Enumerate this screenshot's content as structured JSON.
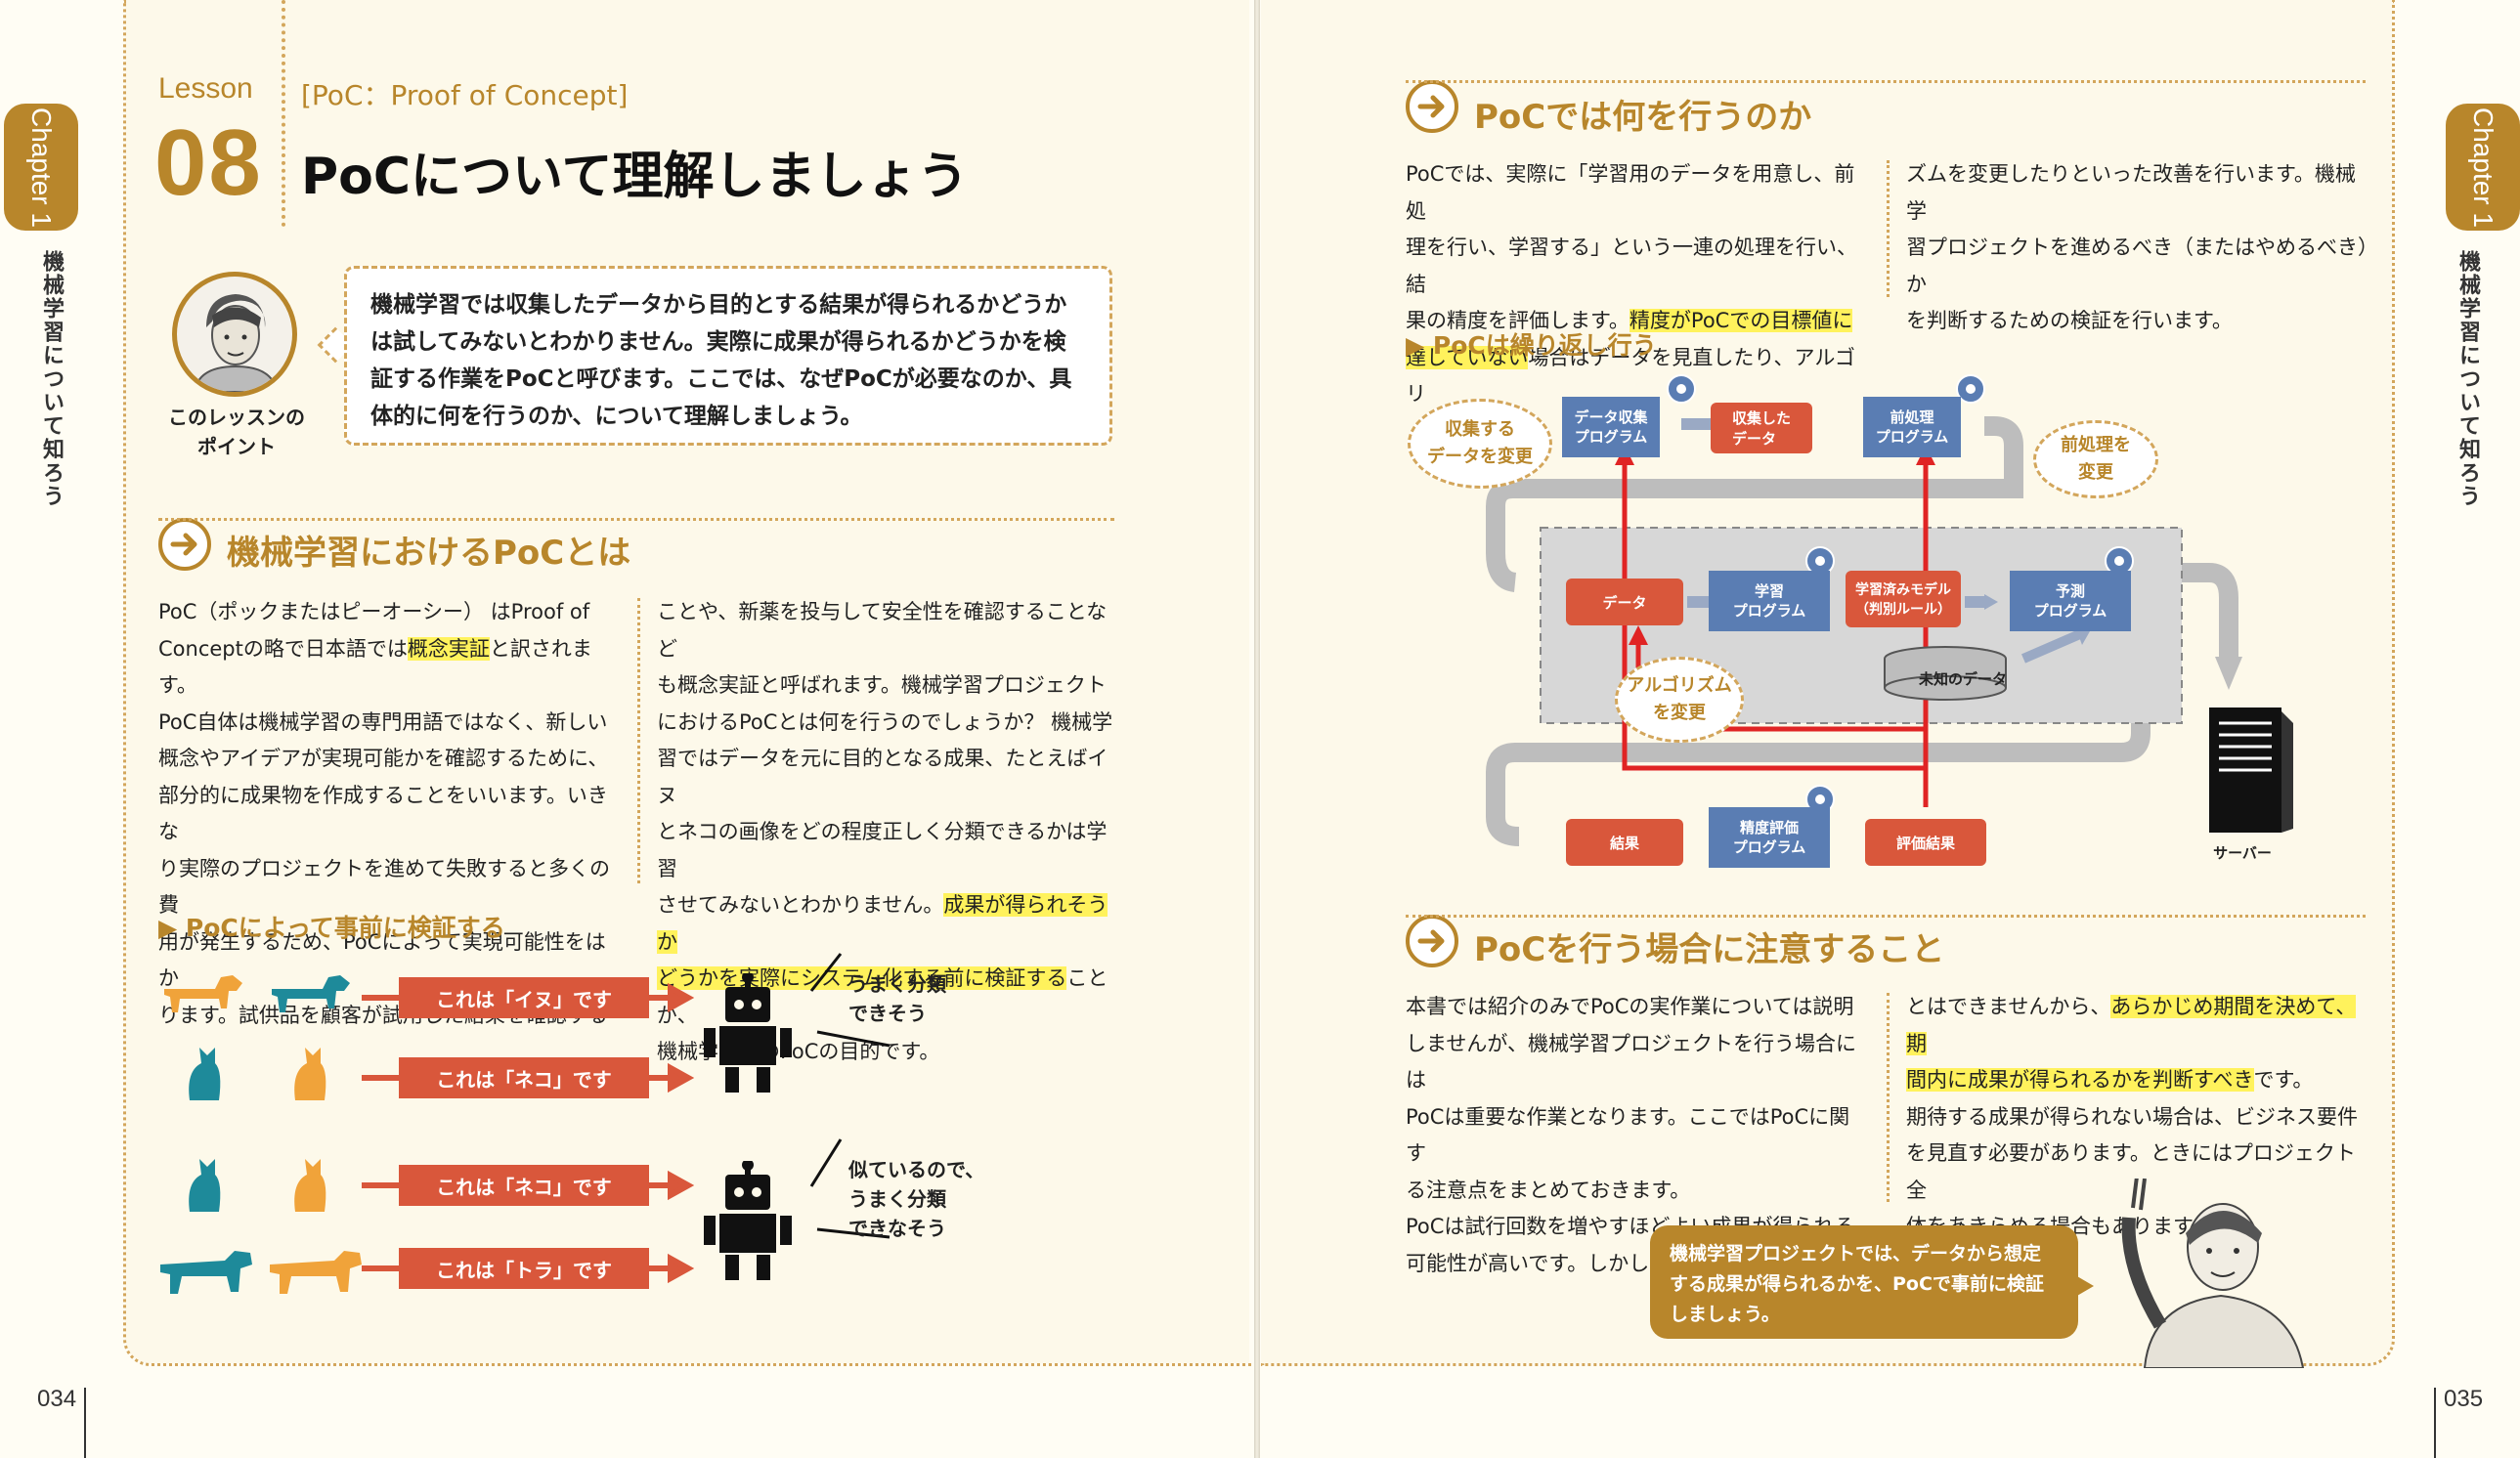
{
  "left_page": {
    "chapter_tab": "Chapter 1",
    "side_title": "機械学習について知ろう",
    "lesson_label": "Lesson",
    "lesson_number": "08",
    "subtitle": "[PoC：Proof of Concept]",
    "title": "PoCについて理解しましょう",
    "point_caption_line1": "このレッスンの",
    "point_caption_line2": "ポイント",
    "point_lines": [
      "機械学習では収集したデータから目的とする結果が得られるかどうか",
      "は試してみないとわかりません。実際に成果が得られるかどうかを検",
      "証する作業をPoCと呼びます。ここでは、なぜPoCが必要なのか、具",
      "体的に何を行うのか、について理解しましょう。"
    ],
    "section1_title": "機械学習におけるPoCとは",
    "col1_lines": [
      "PoC（ポックまたはピーオーシー） はProof of",
      "Conceptの略で日本語では概念実証と訳されます。",
      "PoC自体は機械学習の専門用語ではなく、新しい",
      "概念やアイデアが実現可能かを確認するために、",
      "部分的に成果物を作成することをいいます。いきな",
      "り実際のプロジェクトを進めて失敗すると多くの費",
      "用が発生するため、PoCによって実現可能性をはか",
      "ります。試供品を顧客が試用した結果を確認する"
    ],
    "col1_line2_pre": "Conceptの略で日本語では",
    "col1_line2_hl": "概念実証",
    "col1_line2_post": "と訳されます。",
    "col2_lines": [
      "ことや、新薬を投与して安全性を確認することなど",
      "も概念実証と呼ばれます。機械学習プロジェクト",
      "におけるPoCとは何を行うのでしょうか？ 機械学",
      "習ではデータを元に目的となる成果、たとえばイヌ",
      "とネコの画像をどの程度正しく分類できるかは学習",
      "させてみないとわかりません。",
      "どうかを実際にシステム化する前に検証することが、",
      "機械学習でのPoCの目的です。"
    ],
    "col2_line6_hl": "成果が得られそうか",
    "col2_line7_hl": "どうかを実際にシステム化する前に検証する",
    "col2_line7_post": "ことが、",
    "sub_heading": "▶ PoCによって事前に検証する",
    "labels": [
      "これは「イヌ」です",
      "これは「ネコ」です",
      "これは「ネコ」です",
      "これは「トラ」です"
    ],
    "robot_note1": [
      "うまく分類",
      "できそう"
    ],
    "robot_note2": [
      "似ているので、",
      "うまく分類",
      "できなそう"
    ],
    "page_number": "034"
  },
  "right_page": {
    "chapter_tab": "Chapter 1",
    "side_title": "機械学習について知ろう",
    "section2_title": "PoCでは何を行うのか",
    "s2_col1_lines": [
      "PoCでは、実際に「学習用のデータを用意し、前処",
      "理を行い、学習する」という一連の処理を行い、結",
      "果の精度を評価します。",
      "達していない",
      "場合はデータを見直したり、アルゴリ"
    ],
    "s2_hl1": "精度がPoCでの目標値に",
    "s2_col2_lines": [
      "ズムを変更したりといった改善を行います。機械学",
      "習プロジェクトを進めるべき（またはやめるべき）か",
      "を判断するための検証を行います。"
    ],
    "sub_heading2": "▶ PoCは繰り返し行う",
    "diagram": {
      "collect_program": "データ収集\nプログラム",
      "collected_data": "収集した\nデータ",
      "preprocess_program": "前処理\nプログラム",
      "data": "データ",
      "learn_program": "学習\nプログラム",
      "model": "学習済みモデル\n（判別ルール）",
      "predict_program": "予測\nプログラム",
      "unknown_data": "未知のデータ",
      "result": "結果",
      "eval_program": "精度評価\nプログラム",
      "eval_result": "評価結果",
      "server": "サーバー",
      "note_collect": "収集する\nデータを変更",
      "note_preprocess": "前処理を\n変更",
      "note_algorithm": "アルゴリズム\nを変更"
    },
    "section3_title": "PoCを行う場合に注意すること",
    "s3_col1_lines": [
      "本書では紹介のみでPoCの実作業については説明",
      "しませんが、機械学習プロジェクトを行う場合には",
      "PoCは重要な作業となります。ここではPoCに関す",
      "る注意点をまとめておきます。",
      "PoCは試行回数を増やすほどよい成果が得られる",
      "可能性が高いです。しかし、無限に時間を使うこ"
    ],
    "s3_col2_line1_pre": "とはできませんから、",
    "s3_col2_line1_hl": "あらかじめ期間を決めて、期",
    "s3_col2_line2_hl": "間内に成果が得られるかを判断すべき",
    "s3_col2_line2_post": "です。",
    "s3_col2_lines": [
      "期待する成果が得られない場合は、ビジネス要件",
      "を見直す必要があります。ときにはプロジェクト全",
      "体をあきらめる場合もあります。"
    ],
    "speech_lines": [
      "機械学習プロジェクトでは、データから想定",
      "する成果が得られるかを、PoCで事前に検証",
      "しましょう。"
    ],
    "page_number": "035"
  },
  "colors": {
    "gold": "#b8862b",
    "red": "#d9573b",
    "blue": "#5a7db3",
    "highlight": "#fff25c",
    "orange": "#f0a33a",
    "teal": "#1e8a9a"
  }
}
